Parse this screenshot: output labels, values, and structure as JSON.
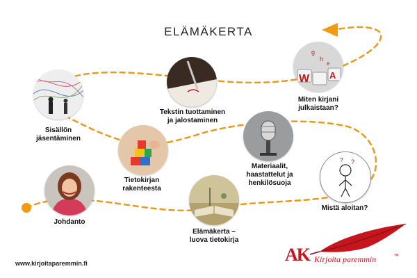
{
  "title": "ELÄMÄKERTA",
  "colors": {
    "path": "#e89a1c",
    "brand_red": "#c4161c",
    "arrow": "#f39a13"
  },
  "steps": [
    {
      "id": "johdanto",
      "lines": [
        "Johdanto"
      ],
      "image": "portrait"
    },
    {
      "id": "elamakerta",
      "lines": [
        "Elämäkerta –",
        "luova tietokirja"
      ],
      "image": "open-book"
    },
    {
      "id": "mista",
      "lines": [
        "Mistä aloitan?"
      ],
      "image": "confused-figure"
    },
    {
      "id": "materiaalit",
      "lines": [
        "Materiaalit,",
        "haastattelut ja",
        "henkilösuoja"
      ],
      "image": "microphone"
    },
    {
      "id": "tietokirjan",
      "lines": [
        "Tietokirjan",
        "rakenteesta"
      ],
      "image": "building-blocks"
    },
    {
      "id": "sisallon",
      "lines": [
        "Sisällön",
        "jäsentäminen"
      ],
      "image": "tangled-lines"
    },
    {
      "id": "tekstin",
      "lines": [
        "Tekstin tuottaminen",
        "ja jalostaminen"
      ],
      "image": "pen-writing"
    },
    {
      "id": "miten",
      "lines": [
        "Miten kirjani",
        "julkaistaan?"
      ],
      "image": "keyboard-letters"
    }
  ],
  "footer": {
    "url": "www.kirjoitaparemmin.fi"
  },
  "logo": {
    "mark": "AK",
    "text": "Kirjoita paremmin",
    "tm": "™"
  }
}
